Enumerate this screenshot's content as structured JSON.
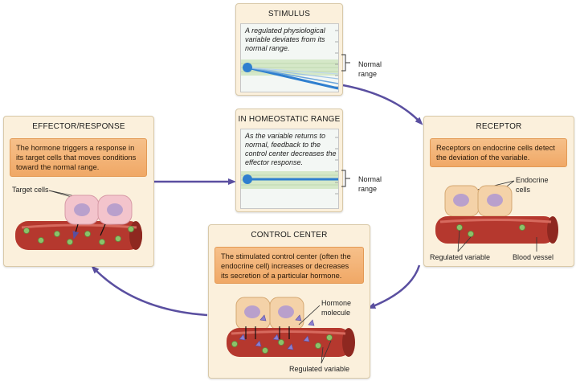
{
  "stimulus": {
    "title": "STIMULUS",
    "text": "A regulated physiological variable deviates from its normal range.",
    "range_label": [
      "Normal",
      "range"
    ]
  },
  "homeostatic": {
    "title": "IN HOMEOSTATIC RANGE",
    "text": "As the variable returns to normal, feedback to the control center decreases the effector response.",
    "range_label": [
      "Normal",
      "range"
    ]
  },
  "effector": {
    "title": "EFFECTOR/RESPONSE",
    "text": "The hormone triggers a response in its target cells that moves conditions toward the normal range.",
    "target_label": "Target cells"
  },
  "receptor": {
    "title": "RECEPTOR",
    "text": "Receptors on endocrine cells detect the deviation of the variable.",
    "cells_label": [
      "Endocrine",
      "cells"
    ],
    "regulated_label": "Regulated variable",
    "vessel_label": "Blood vessel"
  },
  "control": {
    "title": "CONTROL CENTER",
    "text": "The stimulated control center (often the endocrine cell) increases or decreases its secretion of a particular hormone.",
    "hormone_label": [
      "Hormone",
      "molecule"
    ],
    "regulated_label": "Regulated variable"
  },
  "colors": {
    "arrow": "#5a4fa0",
    "panel_bg": "#fbf0dc",
    "orange_box": "#f3b276",
    "vessel": "#b5382e",
    "cell": "#f4d2a8",
    "target_cell": "#f3c4cc",
    "nucleus": "#b9a0cc",
    "range_band": "#d5e8c8",
    "graph_line": "#2f7fcf"
  }
}
